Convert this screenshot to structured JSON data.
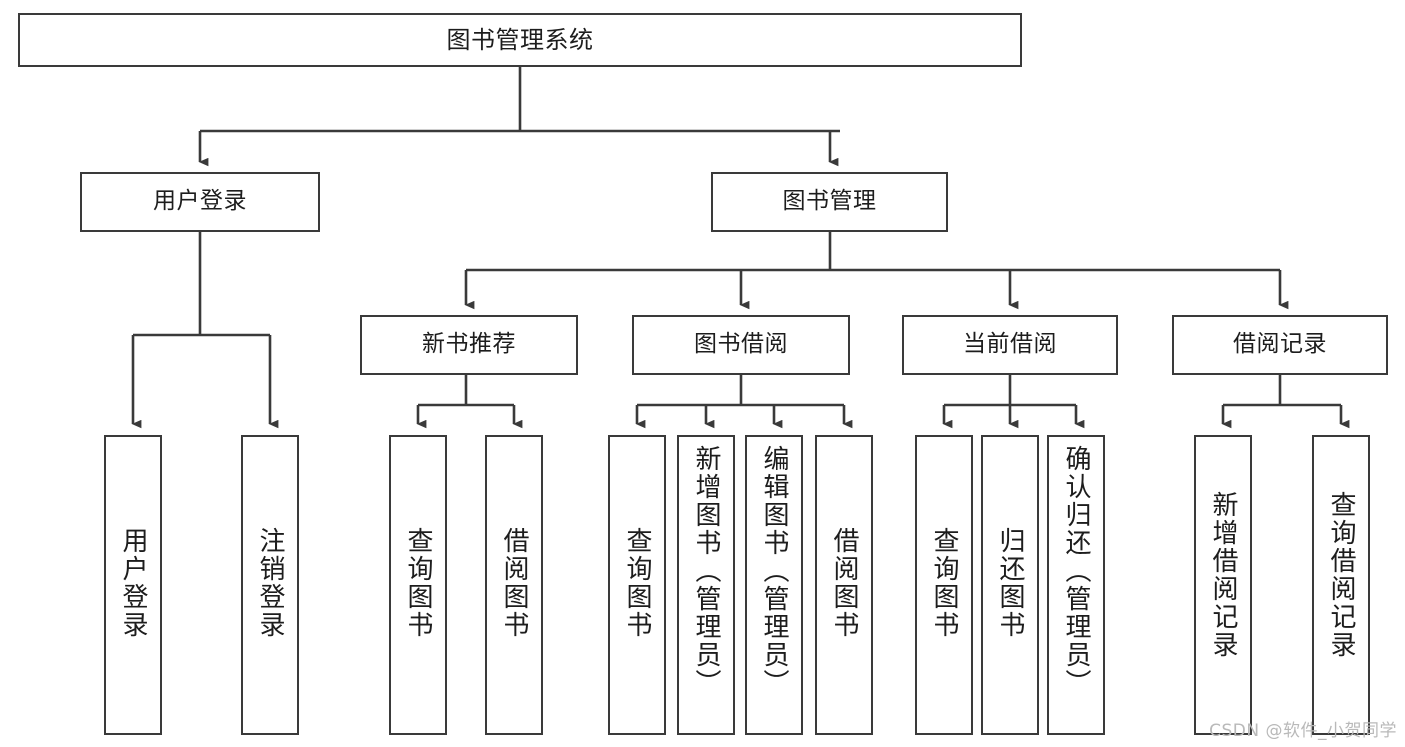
{
  "diagram": {
    "title": "图书管理系统",
    "type": "tree-hierarchy",
    "watermark": "CSDN @软件_小贺同学",
    "colors": {
      "background": "#ffffff",
      "border": "#3a3a3a",
      "text": "#1d1d1d",
      "connector": "#3a3a3a",
      "watermark": "#b9b9b9"
    },
    "root": {
      "label": "图书管理系统"
    },
    "level2": [
      {
        "label": "用户登录"
      },
      {
        "label": "图书管理"
      }
    ],
    "level3": [
      {
        "label": "新书推荐"
      },
      {
        "label": "图书借阅"
      },
      {
        "label": "当前借阅"
      },
      {
        "label": "借阅记录"
      }
    ],
    "leaves": {
      "user_login": [
        {
          "label": "用户登录"
        },
        {
          "label": "注销登录"
        }
      ],
      "new_book": [
        {
          "label": "查询图书"
        },
        {
          "label": "借阅图书"
        }
      ],
      "book_borrow": [
        {
          "label": "查询图书"
        },
        {
          "label": "新增图书（管理员）"
        },
        {
          "label": "编辑图书（管理员）"
        },
        {
          "label": "借阅图书"
        }
      ],
      "current_borrow": [
        {
          "label": "查询图书"
        },
        {
          "label": "归还图书"
        },
        {
          "label": "确认归还（管理员）"
        }
      ],
      "borrow_record": [
        {
          "label": "新增借阅记录"
        },
        {
          "label": "查询借阅记录"
        }
      ]
    }
  }
}
